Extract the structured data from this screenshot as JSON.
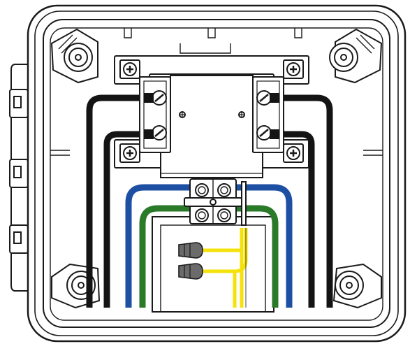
{
  "figure": {
    "colors": {
      "outline": "#1a1a1a",
      "background": "#ffffff",
      "wire_black": "#141414",
      "wire_blue": "#1d4fa3",
      "wire_green": "#2a7a2a",
      "wire_yellow": "#f5e20a",
      "wire_nut": "#6b6b6b"
    },
    "icons": [
      "enclosure-box",
      "enclosure-lid",
      "lid-hinge",
      "corner-mounting-boss",
      "mounting-bracket",
      "mounting-screw",
      "power-relay",
      "relay-terminal-screw",
      "terminal-block",
      "terminal-block-screw",
      "ground-terminal",
      "inner-junction-box",
      "wire-nut",
      "black-wire",
      "blue-wire",
      "green-wire",
      "yellow-wire"
    ]
  }
}
